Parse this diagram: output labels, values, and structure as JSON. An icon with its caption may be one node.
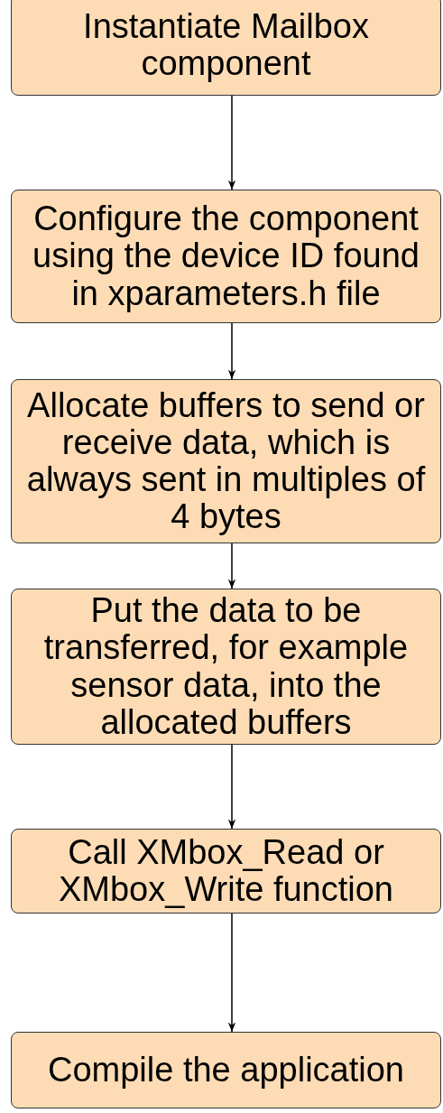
{
  "diagram": {
    "nodes": [
      {
        "text": [
          "Instantiate Mailbox component"
        ]
      },
      {
        "text": [
          "Configure the component using the device ID found in xparameters.h file"
        ]
      },
      {
        "text": [
          "Allocate buffers to send or receive data, which is always sent in multiples of 4 bytes"
        ]
      },
      {
        "text": [
          "Put the data to be transferred, for example sensor data, into the allocated buffers"
        ]
      },
      {
        "text": [
          "Call XMbox_Read or XMbox_Write function"
        ]
      },
      {
        "text": [
          "Compile the application"
        ]
      }
    ],
    "edges": [
      {
        "from": 0,
        "to": 1,
        "arrow": "to"
      },
      {
        "from": 1,
        "to": 2,
        "arrow": "to"
      },
      {
        "from": 2,
        "to": 3,
        "arrow": "to"
      },
      {
        "from": 3,
        "to": 4,
        "arrow": "to"
      },
      {
        "from": 4,
        "to": 5,
        "arrow": "to"
      }
    ]
  }
}
